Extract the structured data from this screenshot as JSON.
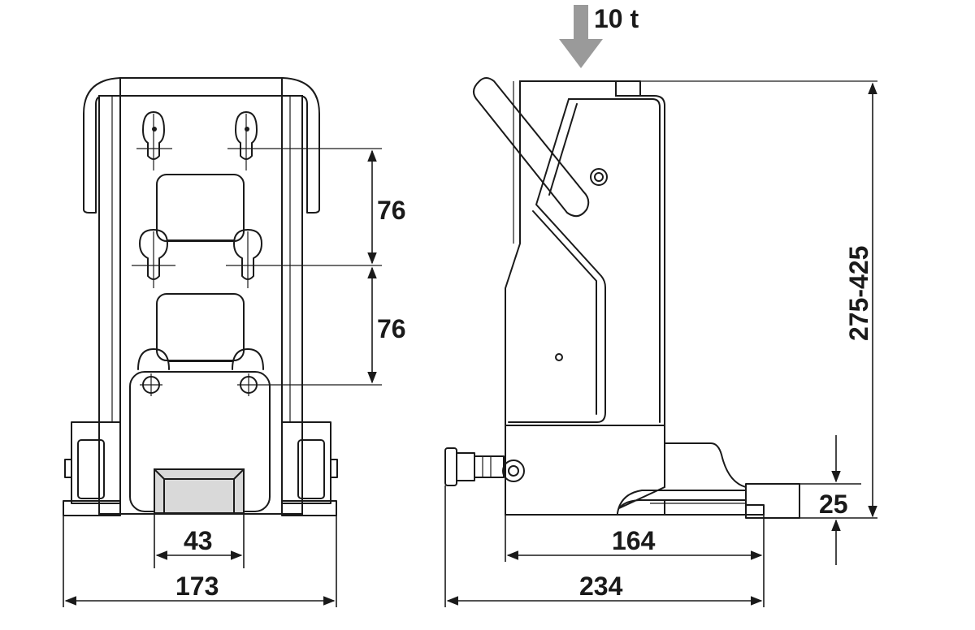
{
  "load": {
    "label": "10 t",
    "arrow_color": "#9a9a9a"
  },
  "front_view": {
    "dimensions": {
      "hole_spacing_upper": "76",
      "hole_spacing_lower": "76",
      "toe_width": "43",
      "base_width": "173"
    }
  },
  "side_view": {
    "dimensions": {
      "lift_range": "275-425",
      "toe_height": "25",
      "body_depth": "164",
      "overall_length": "234"
    },
    "coupler": "hydraulic-coupler"
  },
  "colors": {
    "line": "#1a1a1a",
    "background": "#ffffff",
    "shade": "#d9d9d9"
  }
}
